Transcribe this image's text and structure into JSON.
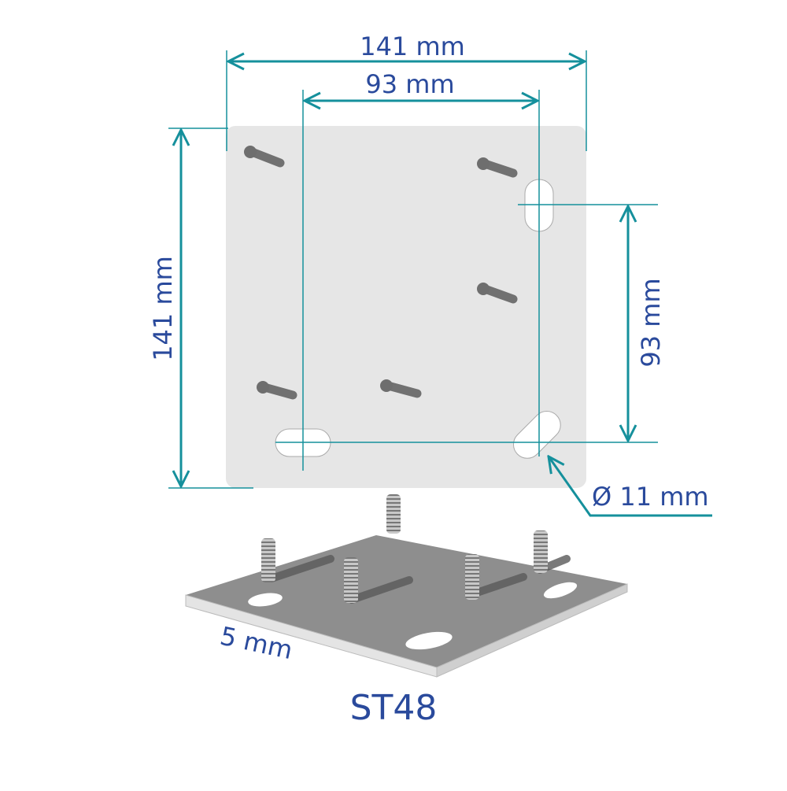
{
  "colors": {
    "dimension": "#15909c",
    "text": "#2a4a9c",
    "plate": "#e6e6e6",
    "plate_3d": "#8e8e8e"
  },
  "dimensions": {
    "top_width": "141 mm",
    "inner_width": "93 mm",
    "left_height": "141 mm",
    "right_height": "93 mm",
    "hole_diameter": "Ø 11 mm",
    "thickness": "5 mm"
  },
  "model": "ST48"
}
